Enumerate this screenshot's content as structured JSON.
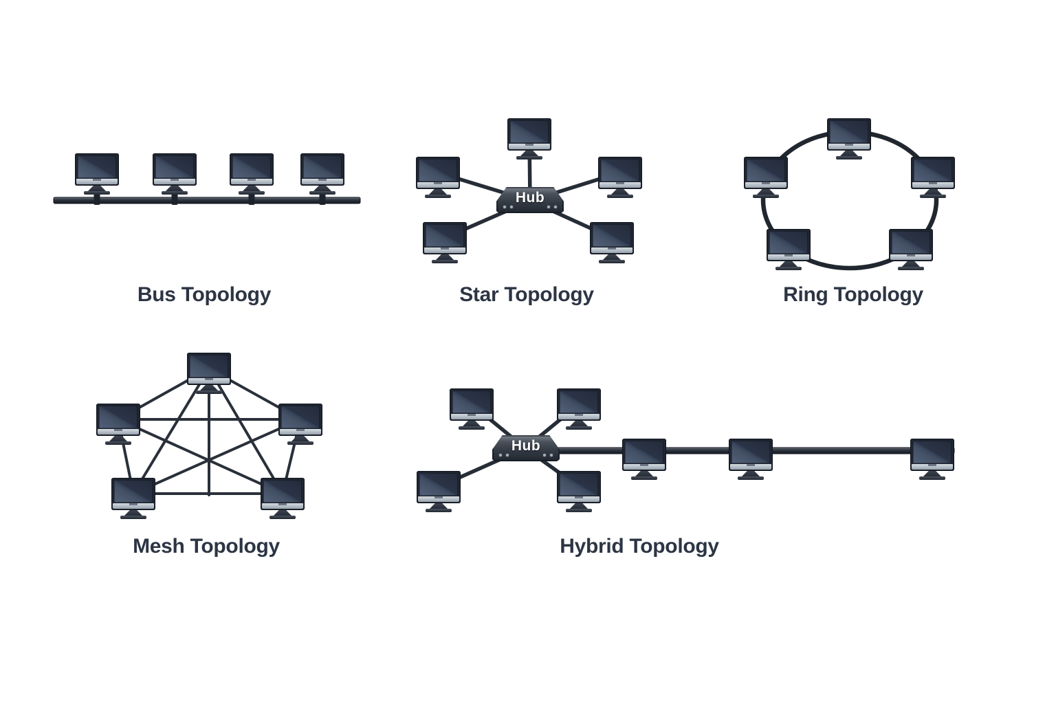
{
  "background": "#ffffff",
  "colors": {
    "cable": "#272d37",
    "label_text": "#2d3544",
    "monitor_screen": "#3e4a5e",
    "monitor_chin": "#b6bfc9",
    "hub_body": "#343b45",
    "hub_text": "#ffffff"
  },
  "diagrams": [
    {
      "id": "bus-topology",
      "label": "Bus Topology",
      "computer_count": 4
    },
    {
      "id": "star-topology",
      "label": "Star Topology",
      "computer_count": 5,
      "hub_label": "Hub"
    },
    {
      "id": "ring-topology",
      "label": "Ring Topology",
      "computer_count": 5
    },
    {
      "id": "mesh-topology",
      "label": "Mesh Topology",
      "computer_count": 5
    },
    {
      "id": "hybrid-topology",
      "label": "Hybrid Topology",
      "computer_count": 7,
      "hub_label": "Hub"
    }
  ]
}
